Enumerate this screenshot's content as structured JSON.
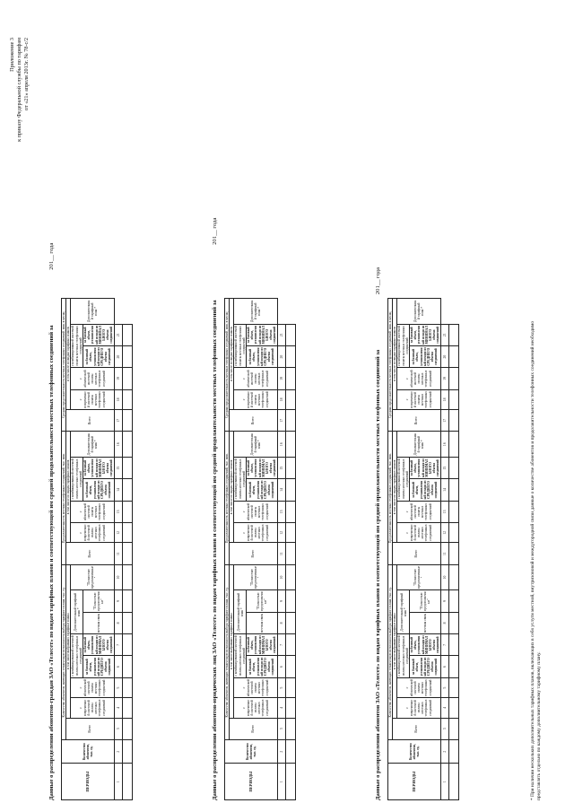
{
  "header": {
    "line1": "Приложение 3",
    "line2": "к приказу Федеральной службы по тарифам",
    "line3": "от «21» апреля 2013г. № 78-с/2"
  },
  "tables": [
    {
      "caption": "Данные о распределении абонентов-граждан ЗАО «Телесет» по видам тарифных планов и соответствующей им средней продолжительности местных телефонных соединений за",
      "year": "201__ года"
    },
    {
      "caption": "Данные о распределении абонентов-юридических лиц ЗАО «Телесет» по видам тарифных планов и соответствующей им средней продолжительности местных телефонных соединений за",
      "year": "201__ года"
    },
    {
      "caption": "Данные о распределении абонентов ЗАО «Телесет» по видам тарифных планов и соответствующей им средней продолжительности местных телефонных соединений за",
      "year": "201__ года"
    }
  ],
  "cols": {
    "periods": "ПЕРИОДЫ",
    "subscribers": "Количество абонентов, тыс. ед.",
    "g_count": "Количество абонентов, имеющих техническую возможность выбора тарифного плана, тыс. ед.",
    "g_dur": "Продолжительность местных телефонных соединений, тыс. мин.",
    "g_avg": "Средняя продолжительность местных телефонных соединений, мин. в месяц",
    "incl": "в том числе выбравших тарифные планы",
    "incl_dur": "в том числе по видам тарифных планов",
    "total": "Всего",
    "time_based": "с повременной системой оплаты местных телефонных соединений",
    "subscription": "с абонентской системой оплаты местных телефонных соединений",
    "combined": "с комбинированной системой оплаты местных телефонных соединений",
    "combined_avg": "с комбинированной системой оплаты местных телефонных соединений",
    "base_avg": "за базовый объем, установленный исходя из СРЕДНЕГО объема соединений",
    "base_min": "за базовый объем, установленный исходя из МИНИМАЛЬНОГО объема соединений",
    "additional": "Дополнительный тарифный план *",
    "local_net": "местная связь",
    "other": "\"Полностью предоплаченные\""
  },
  "numbers": [
    "1",
    "2",
    "3",
    "4",
    "5",
    "6",
    "7",
    "8",
    "9",
    "10",
    "11",
    "12",
    "13",
    "14",
    "15",
    "16",
    "17",
    "18",
    "19",
    "20",
    "21"
  ],
  "footnote": "* При наличии нескольких дополнительных тарифных планов, включающих в себя услуги местной, внутризоновой и междугородной связи данные о количестве абонентов и продолжительности телефонных соединений необходимо представлять отдельно по каждому дополнительному тарифному плану."
}
